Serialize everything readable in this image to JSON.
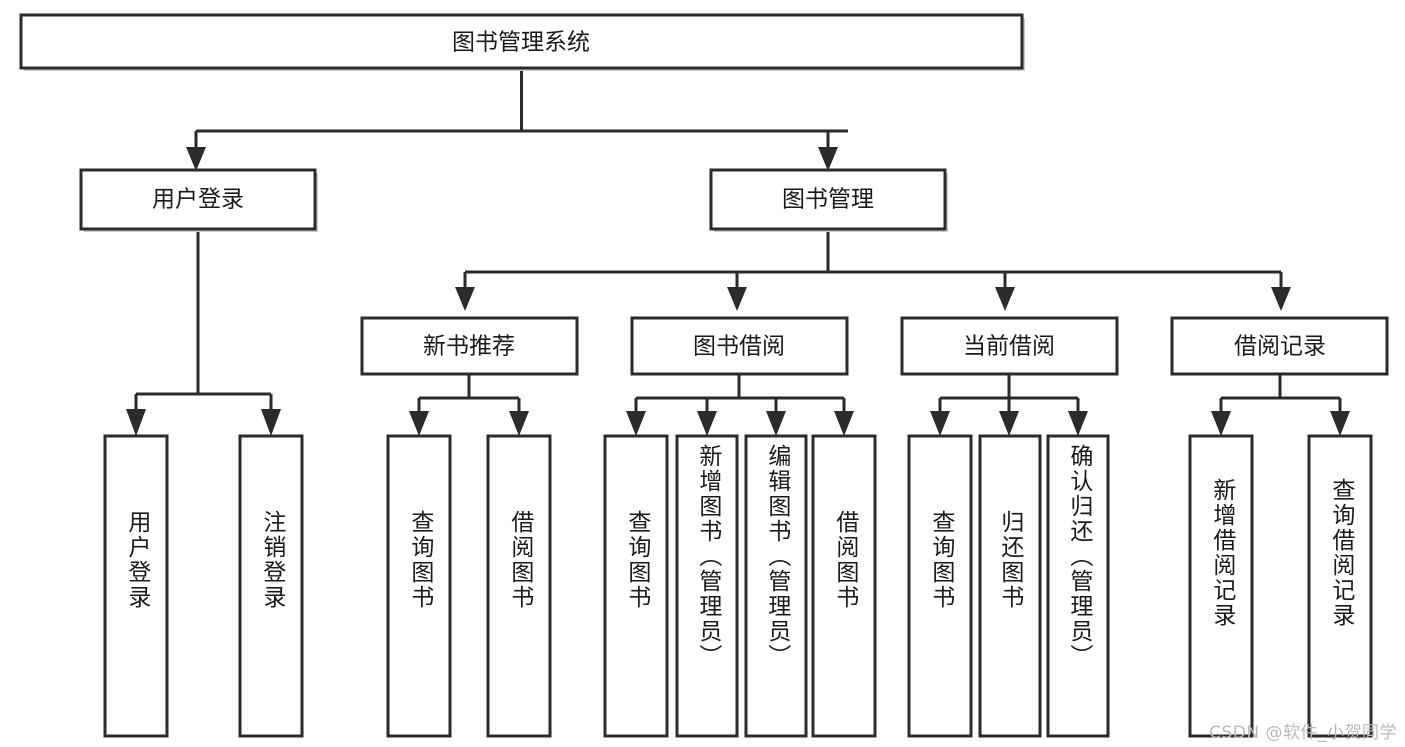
{
  "diagram": {
    "type": "tree",
    "title": "图书管理系统",
    "orientation": "top-down",
    "colors": {
      "box_fill": "#ffffff",
      "box_stroke": "#2b2b2b",
      "text": "#1a1a1a",
      "background": "#ffffff",
      "watermark": "#b9b9b9"
    },
    "root": {
      "label": "图书管理系统"
    },
    "level1": [
      {
        "id": "user-login",
        "label": "用户登录"
      },
      {
        "id": "book-management",
        "label": "图书管理"
      }
    ],
    "level2": [
      {
        "id": "new-book-recommend",
        "label": "新书推荐"
      },
      {
        "id": "book-borrow",
        "label": "图书借阅"
      },
      {
        "id": "current-borrow",
        "label": "当前借阅"
      },
      {
        "id": "borrow-record",
        "label": "借阅记录"
      }
    ],
    "leaves": {
      "user_login": [
        {
          "id": "leaf-user-login",
          "label": "用户登录"
        },
        {
          "id": "leaf-logout",
          "label": "注销登录"
        }
      ],
      "new_book_recommend": [
        {
          "id": "leaf-query-book-1",
          "label": "查询图书"
        },
        {
          "id": "leaf-borrow-book-1",
          "label": "借阅图书"
        }
      ],
      "book_borrow": [
        {
          "id": "leaf-query-book-2",
          "label": "查询图书"
        },
        {
          "id": "leaf-add-book",
          "label": "新增图书（管理员）"
        },
        {
          "id": "leaf-edit-book",
          "label": "编辑图书（管理员）"
        },
        {
          "id": "leaf-borrow-book-2",
          "label": "借阅图书"
        }
      ],
      "current_borrow": [
        {
          "id": "leaf-query-book-3",
          "label": "查询图书"
        },
        {
          "id": "leaf-return-book",
          "label": "归还图书"
        },
        {
          "id": "leaf-confirm-return",
          "label": "确认归还（管理员）"
        }
      ],
      "borrow_record": [
        {
          "id": "leaf-add-record",
          "label": "新增借阅记录"
        },
        {
          "id": "leaf-query-record",
          "label": "查询借阅记录"
        }
      ]
    }
  },
  "watermark": {
    "text": "CSDN @软件_小贺同学"
  }
}
